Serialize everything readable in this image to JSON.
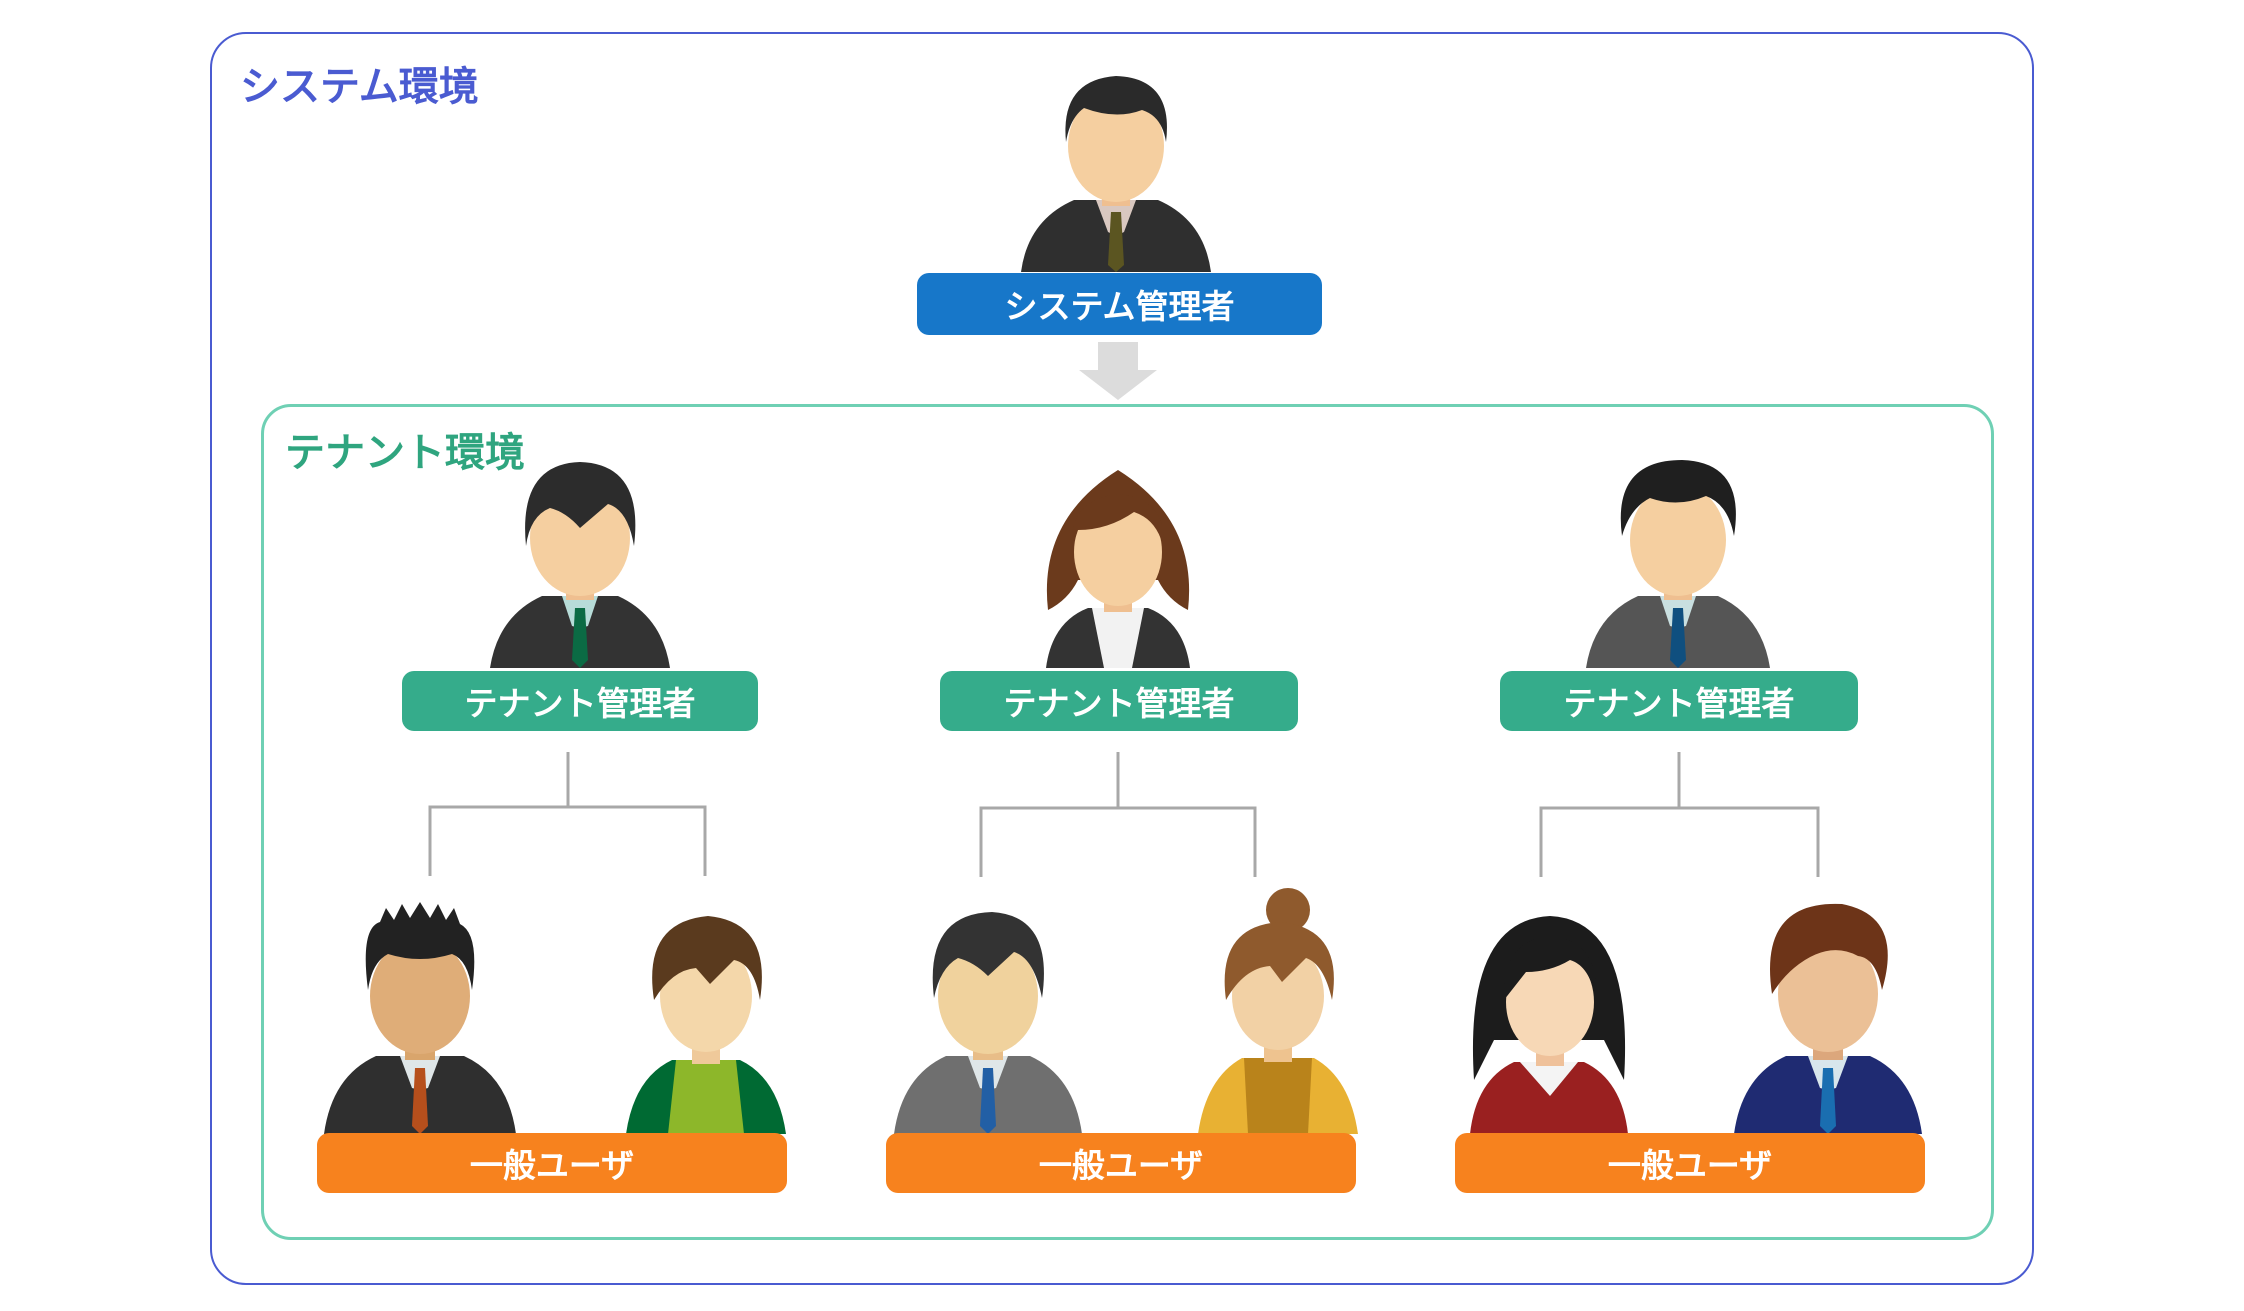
{
  "frames": {
    "system_env": "システム環境",
    "tenant_env": "テナント環境"
  },
  "labels": {
    "system_admin": "システム管理者",
    "tenant_admin_1": "テナント管理者",
    "tenant_admin_2": "テナント管理者",
    "tenant_admin_3": "テナント管理者",
    "user_1": "一般ユーザ",
    "user_2": "一般ユーザ",
    "user_3": "一般ユーザ"
  },
  "colors": {
    "system_frame": "#4a5bd1",
    "tenant_frame": "#6fd0b4",
    "system_label": "#1777c9",
    "tenant_label": "#35ac8b",
    "user_label": "#f7821e"
  },
  "icons": {
    "arrow": "arrow-down-icon",
    "people": [
      "person-icon"
    ]
  }
}
